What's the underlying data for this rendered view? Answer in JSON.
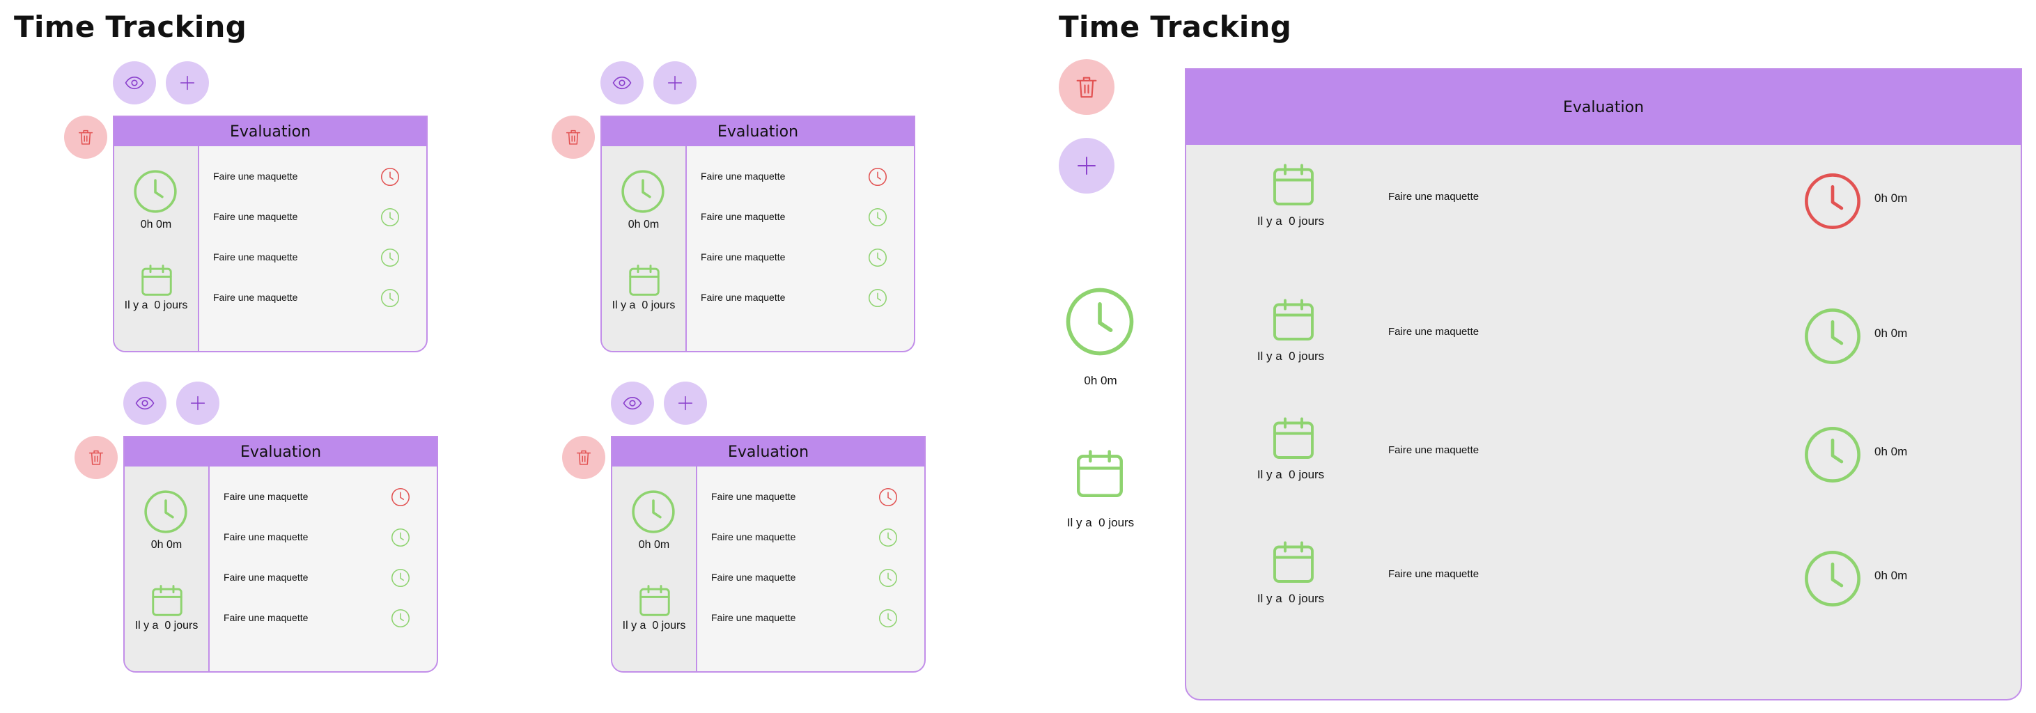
{
  "app": {
    "left_title": "Time Tracking",
    "right_title": "Time Tracking"
  },
  "colors": {
    "header": "#bd8aec",
    "border": "#c28ee9",
    "icon_green": "#8ed36f",
    "icon_red": "#e25252",
    "button_purple": "#ddc9f6",
    "button_red": "#f7c3c6",
    "icon_purple": "#8a3fcc"
  },
  "cards": [
    {
      "title": "Evaluation",
      "total_time": "0h 0m",
      "ago": "Il y a  0 jours",
      "tasks": [
        {
          "label": "Faire une maquette",
          "status": "active"
        },
        {
          "label": "Faire une maquette",
          "status": "idle"
        },
        {
          "label": "Faire une maquette",
          "status": "idle"
        },
        {
          "label": "Faire une maquette",
          "status": "idle"
        }
      ]
    },
    {
      "title": "Evaluation",
      "total_time": "0h 0m",
      "ago": "Il y a  0 jours",
      "tasks": [
        {
          "label": "Faire une maquette",
          "status": "active"
        },
        {
          "label": "Faire une maquette",
          "status": "idle"
        },
        {
          "label": "Faire une maquette",
          "status": "idle"
        },
        {
          "label": "Faire une maquette",
          "status": "idle"
        }
      ]
    },
    {
      "title": "Evaluation",
      "total_time": "0h 0m",
      "ago": "Il y a  0 jours",
      "tasks": [
        {
          "label": "Faire une maquette",
          "status": "active"
        },
        {
          "label": "Faire une maquette",
          "status": "idle"
        },
        {
          "label": "Faire une maquette",
          "status": "idle"
        },
        {
          "label": "Faire une maquette",
          "status": "idle"
        }
      ]
    },
    {
      "title": "Evaluation",
      "total_time": "0h 0m",
      "ago": "Il y a  0 jours",
      "tasks": [
        {
          "label": "Faire une maquette",
          "status": "active"
        },
        {
          "label": "Faire une maquette",
          "status": "idle"
        },
        {
          "label": "Faire une maquette",
          "status": "idle"
        },
        {
          "label": "Faire une maquette",
          "status": "idle"
        }
      ]
    }
  ],
  "detail": {
    "title": "Evaluation",
    "total_time": "0h 0m",
    "ago": "Il y a  0 jours",
    "tasks": [
      {
        "label": "Faire une maquette",
        "ago": "Il y a  0 jours",
        "time": "0h 0m",
        "status": "active"
      },
      {
        "label": "Faire une maquette",
        "ago": "Il y a  0 jours",
        "time": "0h 0m",
        "status": "idle"
      },
      {
        "label": "Faire une maquette",
        "ago": "Il y a  0 jours",
        "time": "0h 0m",
        "status": "idle"
      },
      {
        "label": "Faire une maquette",
        "ago": "Il y a  0 jours",
        "time": "0h 0m",
        "status": "idle"
      }
    ]
  },
  "icons": {
    "view": "eye-icon",
    "add": "plus-icon",
    "delete": "trash-icon",
    "clock": "clock-icon",
    "calendar": "calendar-icon"
  }
}
